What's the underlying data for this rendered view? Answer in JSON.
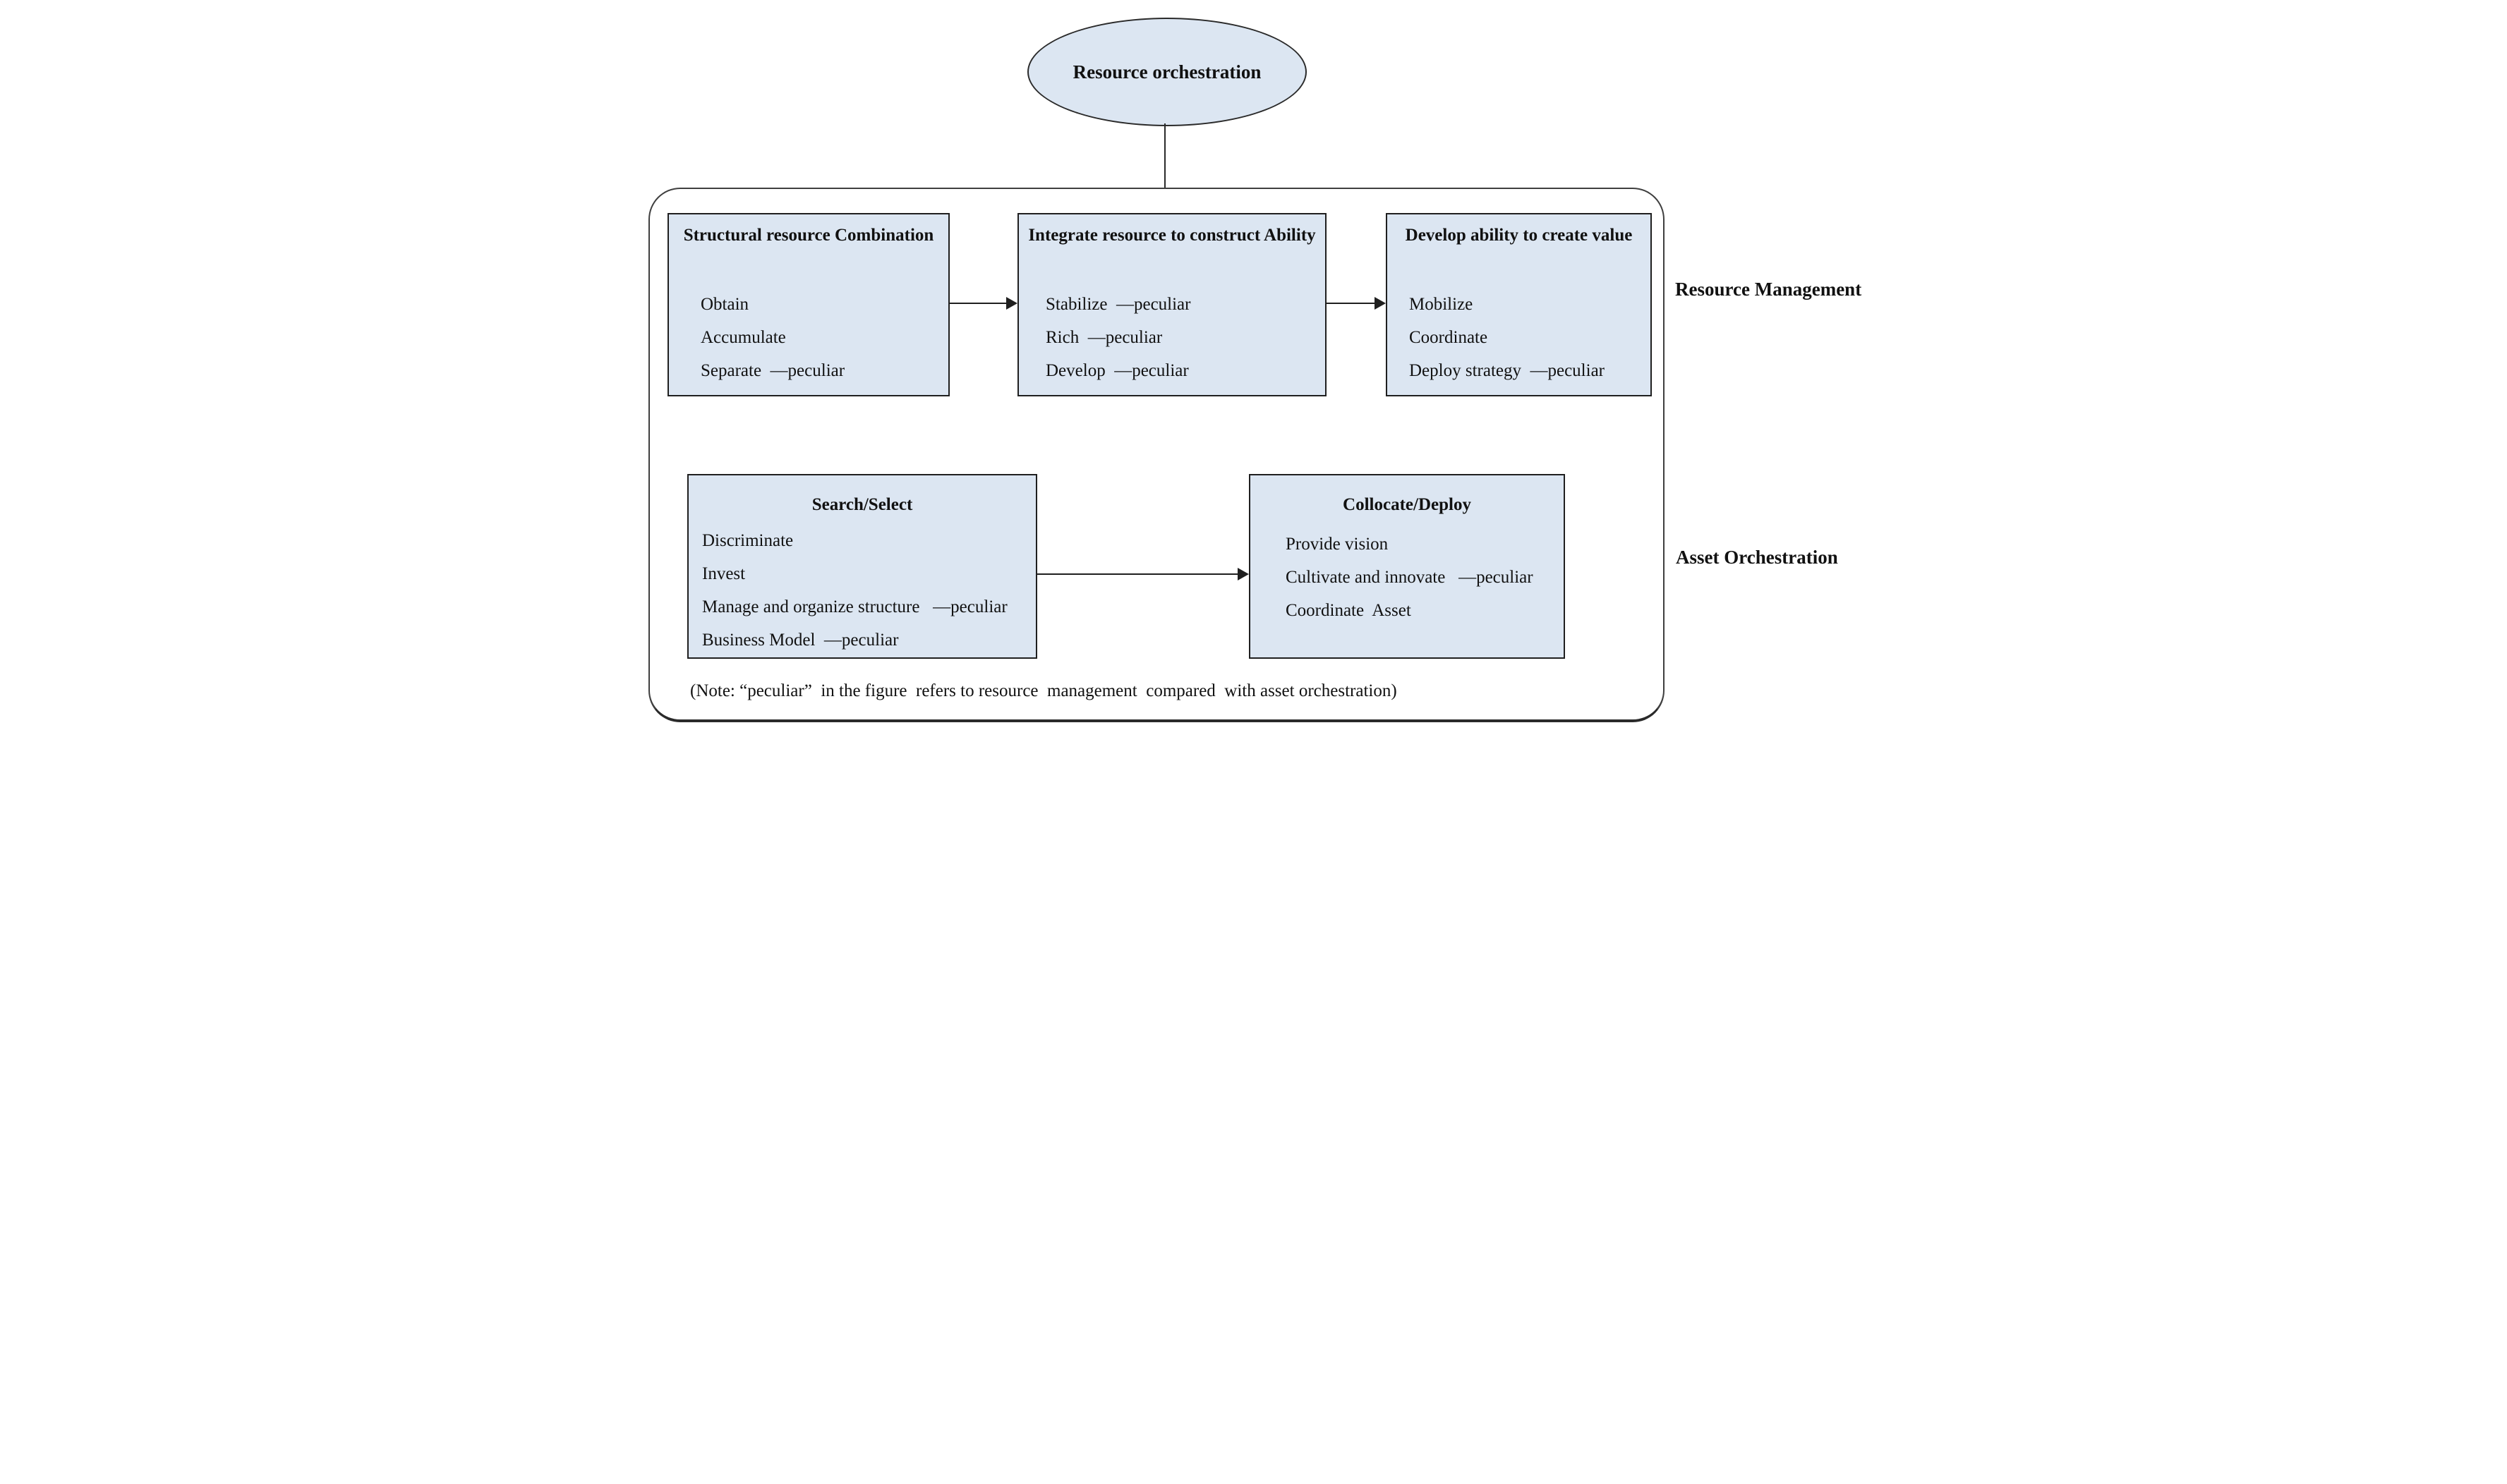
{
  "figure": {
    "root": {
      "label": "Resource orchestration"
    },
    "colors": {
      "node_fill": "#dce6f2",
      "node_border": "#1f1f1f",
      "line": "#2a2a2a",
      "background": "#ffffff"
    },
    "boxes": [
      {
        "title": "Structural resource Combination",
        "items": [
          "Obtain",
          "Accumulate",
          "Separate  —peculiar"
        ]
      },
      {
        "title": "Integrate resource to construct Ability",
        "items": [
          "Stabilize  —peculiar",
          "Rich  —peculiar",
          "Develop  —peculiar"
        ]
      },
      {
        "title": "Develop ability to create value",
        "items": [
          "Mobilize",
          "Coordinate",
          "Deploy strategy  —peculiar"
        ]
      },
      {
        "title": "Search/Select",
        "items": [
          "Discriminate",
          "Invest",
          "Manage and organize structure   —peculiar",
          "Business Model  —peculiar"
        ]
      },
      {
        "title": "Collocate/Deploy",
        "items": [
          "Provide vision",
          "Cultivate and innovate   —peculiar",
          "Coordinate  Asset"
        ]
      }
    ],
    "side_labels": [
      {
        "label": "Resource Management"
      },
      {
        "label": "Asset Orchestration"
      }
    ],
    "note": "(Note: “peculiar”  in the figure  refers to resource  management  compared  with asset orchestration)"
  }
}
